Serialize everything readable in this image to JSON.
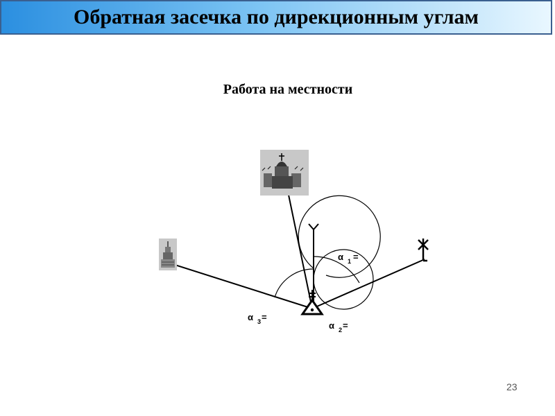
{
  "slide": {
    "title": "Обратная засечка по дирекционным углам",
    "subtitle": "Работа на местности",
    "page_number": "23"
  },
  "angles": [
    {
      "symbol": "α",
      "index": "1",
      "suffix": "="
    },
    {
      "symbol": "α",
      "index": "2",
      "suffix": "="
    },
    {
      "symbol": "α",
      "index": "3",
      "suffix": "="
    }
  ],
  "icons": {
    "church": "church-landmark-icon",
    "tower": "tower-landmark-icon",
    "mast": "antenna-mast-icon",
    "station": "survey-station-triangle-icon",
    "north": "north-direction-arrow-icon"
  },
  "colors": {
    "title_gradient_start": "#2b8fe0",
    "title_gradient_end": "#e9f7ff",
    "title_border": "#3a5f8f",
    "landmark_bg": "#c8c8c8"
  }
}
